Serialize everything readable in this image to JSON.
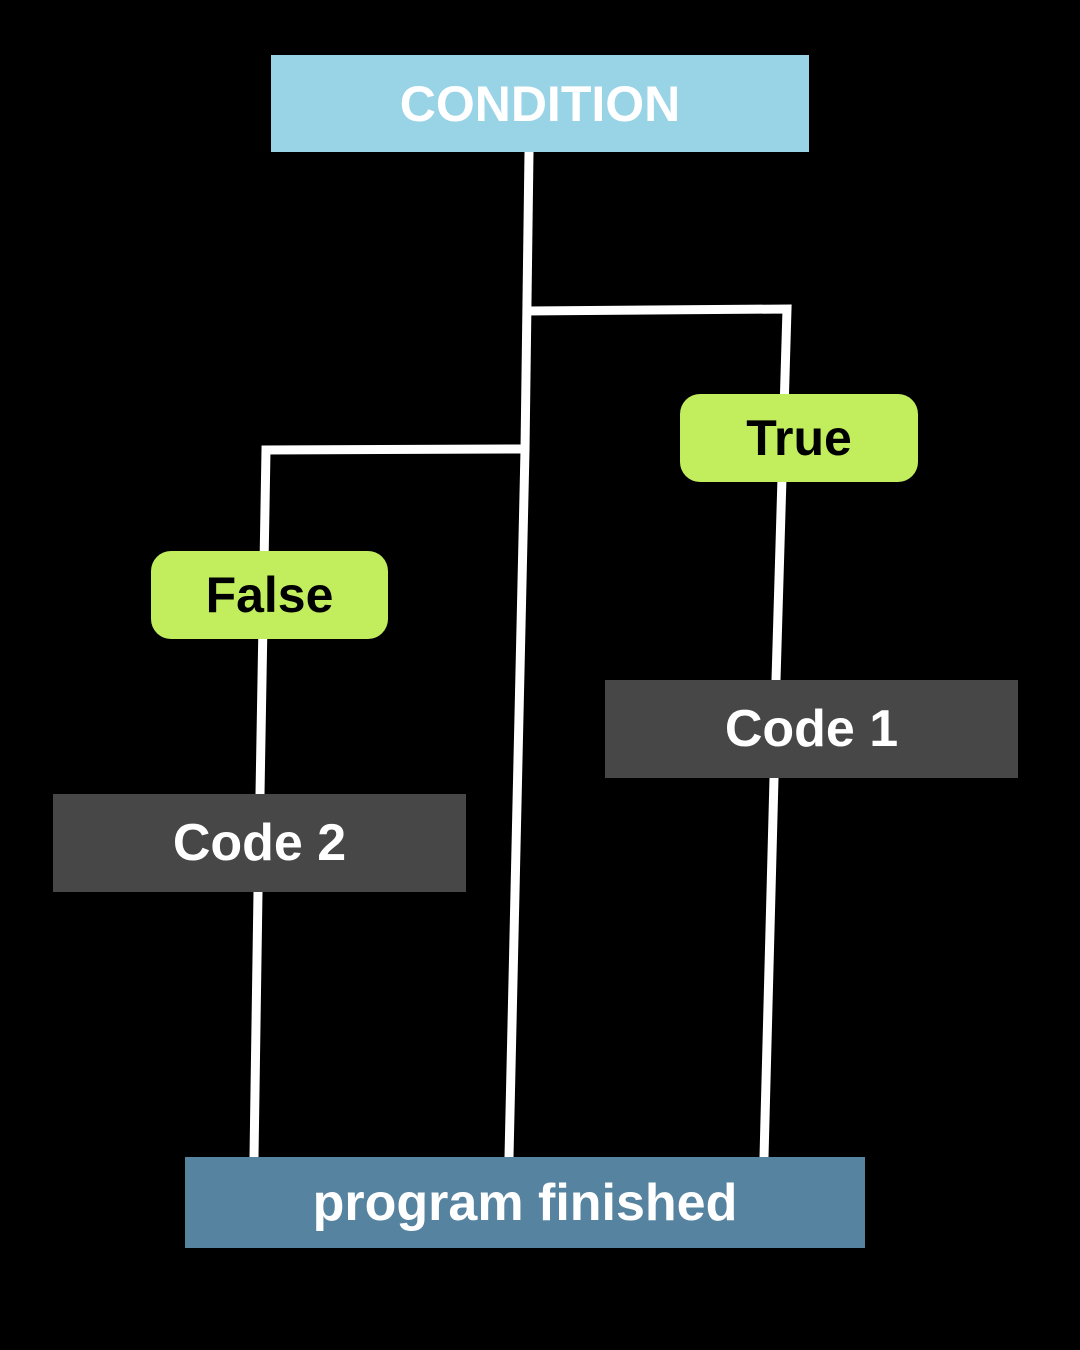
{
  "condition": {
    "label": "CONDITION"
  },
  "true_branch": {
    "label": "True",
    "code": "Code 1"
  },
  "false_branch": {
    "label": "False",
    "code": "Code 2"
  },
  "end": {
    "label": "program finished"
  },
  "colors": {
    "background": "#000000",
    "condition_fill": "#99d3e6",
    "condition_text": "#ffffff",
    "branch_label_fill": "#c2ee5e",
    "branch_label_text": "#000000",
    "code_fill": "#474747",
    "code_text": "#ffffff",
    "end_fill": "#5683a0",
    "end_text": "#ffffff",
    "connector": "#ffffff"
  }
}
